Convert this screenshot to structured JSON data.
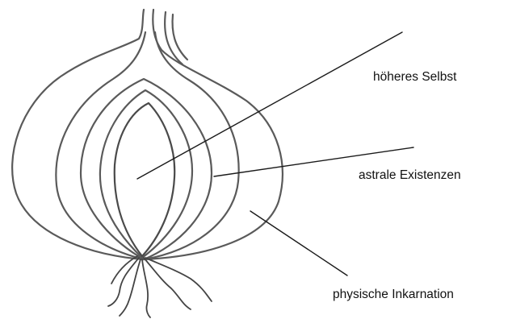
{
  "labels": {
    "higher_self": "höheres Selbst",
    "astral_existences": "astrale Existenzen",
    "physical_incarnation": "physische Inkarnation"
  },
  "colors": {
    "background": "#ffffff",
    "outline": "#5a5a5a",
    "leader": "#1a1a1a",
    "text": "#111111"
  }
}
